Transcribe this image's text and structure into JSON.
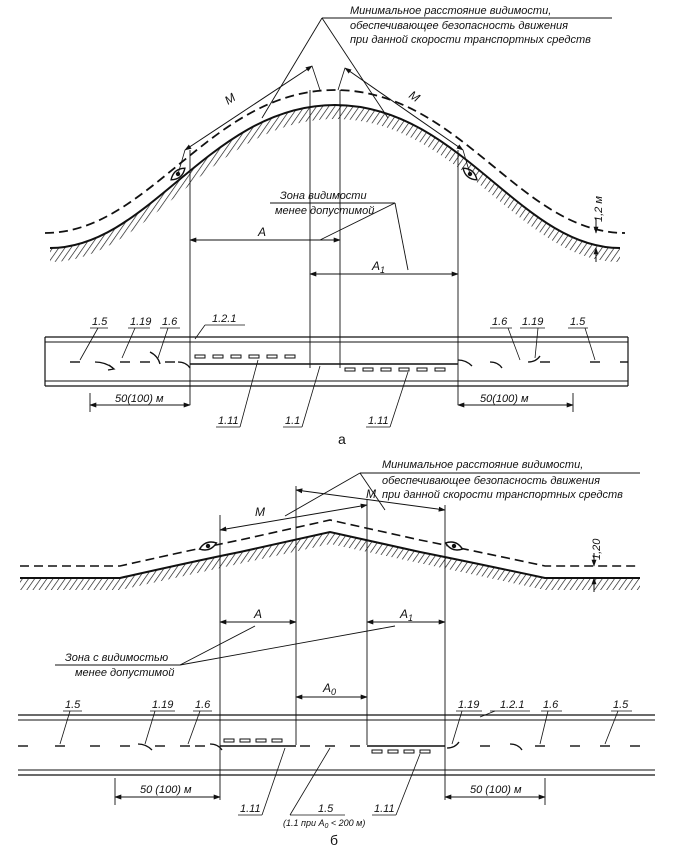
{
  "figure_a": {
    "note_line1": "Минимальное расстояние видимости,",
    "note_line2": "обеспечивающее безопасность движения",
    "note_line3": "при данной скорости транспортных средств",
    "m_left": "M",
    "m_right": "M",
    "zone_line1": "Зона видимости",
    "zone_line2": "менее допустимой",
    "dim_a": "A",
    "dim_a1_main": "A",
    "dim_a1_sub": "1",
    "height": "1,2 м",
    "label_1_5_left": "1.5",
    "label_1_19_left": "1.19",
    "label_1_6_left": "1.6",
    "label_1_2_1": "1.2.1",
    "label_1_6_right": "1.6",
    "label_1_19_right": "1.19",
    "label_1_5_right": "1.5",
    "label_1_11_left": "1.11",
    "label_1_1": "1.1",
    "label_1_11_right": "1.11",
    "dist_left": "50(100) м",
    "dist_right": "50(100) м",
    "caption": "а"
  },
  "figure_b": {
    "note_line1": "Минимальное расстояние видимости,",
    "note_line2": "обеспечивающее безопасность движения",
    "note_line3": "при данной скорости транспортных средств",
    "m_left": "M",
    "m_right": "M",
    "height": "1,20",
    "dim_a": "A",
    "dim_a1_main": "A",
    "dim_a1_sub": "1",
    "dim_a0_main": "A",
    "dim_a0_sub": "0",
    "zone_line1": "Зона с видимостью",
    "zone_line2": "менее допустимой",
    "label_1_5_left": "1.5",
    "label_1_19_left": "1.19",
    "label_1_6_left": "1.6",
    "label_1_19_right": "1.19",
    "label_1_2_1": "1.2.1",
    "label_1_6_right": "1.6",
    "label_1_5_right": "1.5",
    "label_1_11_left": "1.11",
    "label_1_5_center": "1.5",
    "center_note_pre": "(1.1 при A",
    "center_note_sub": "0",
    "center_note_post": " < 200 м)",
    "label_1_11_right": "1.11",
    "dist_left": "50 (100) м",
    "dist_right": "50 (100) м",
    "caption": "б"
  },
  "colors": {
    "ink": "#111111",
    "background": "#ffffff"
  }
}
